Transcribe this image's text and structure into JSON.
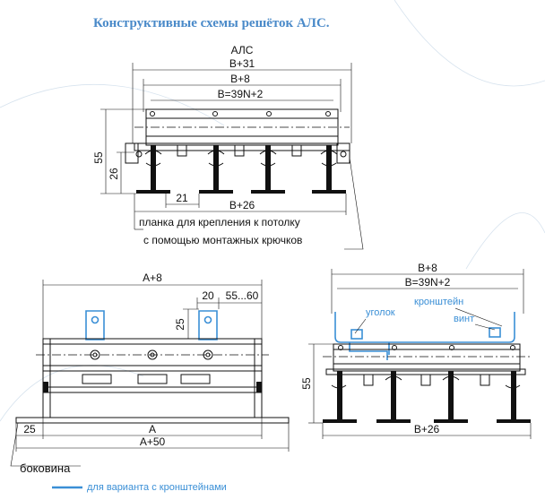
{
  "title": "Конструктивные схемы решёток АЛС.",
  "top_view": {
    "model": "АЛС",
    "dim_b31": "B+31",
    "dim_b8": "B+8",
    "dim_39n2": "B=39N+2",
    "dim_55": "55",
    "dim_26": "26",
    "dim_21": "21",
    "dim_b26": "B+26",
    "note_line1": "планка для крепления к потолку",
    "note_line2": "с помощью монтажных крючков"
  },
  "side_view": {
    "dim_a8": "A+8",
    "dim_20": "20",
    "dim_55_60": "55...60",
    "dim_25_v": "25",
    "dim_25_h": "25",
    "dim_a": "A",
    "dim_a50": "A+50",
    "label_side": "боковина"
  },
  "front_view": {
    "dim_b8": "B+8",
    "dim_39n2": "B=39N+2",
    "label_corner": "уголок",
    "label_bracket": "кронштейн",
    "label_screw": "винт",
    "dim_55": "55",
    "dim_b26": "B+26"
  },
  "legend": {
    "text": "для варианта с кронштейнами",
    "color": "#3a8fd6"
  }
}
